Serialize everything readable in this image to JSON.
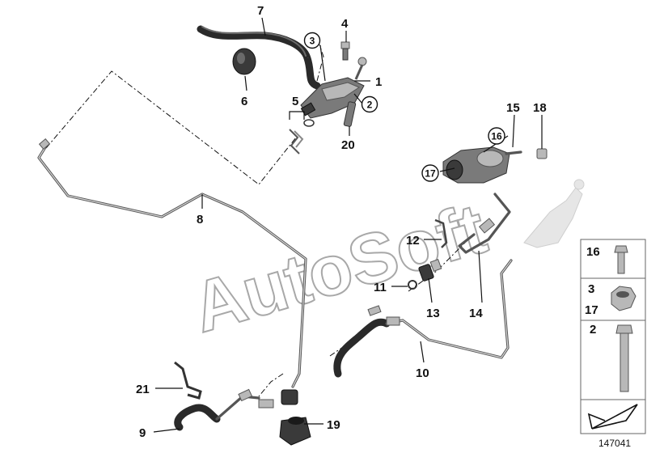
{
  "watermark": "AutoSoft",
  "document_number": "147041",
  "callouts": {
    "c1": "1",
    "c2": "2",
    "c3": "3",
    "c4": "4",
    "c5": "5",
    "c6": "6",
    "c7": "7",
    "c8": "8",
    "c9": "9",
    "c10": "10",
    "c11": "11",
    "c12": "12",
    "c13": "13",
    "c14": "14",
    "c15": "15",
    "c16": "16",
    "c17": "17",
    "c18": "18",
    "c19": "19",
    "c20": "20",
    "c21": "21"
  },
  "legend": {
    "bolt_short": "16",
    "nut_top": "3",
    "nut_bottom": "17",
    "bolt_long": "2"
  }
}
